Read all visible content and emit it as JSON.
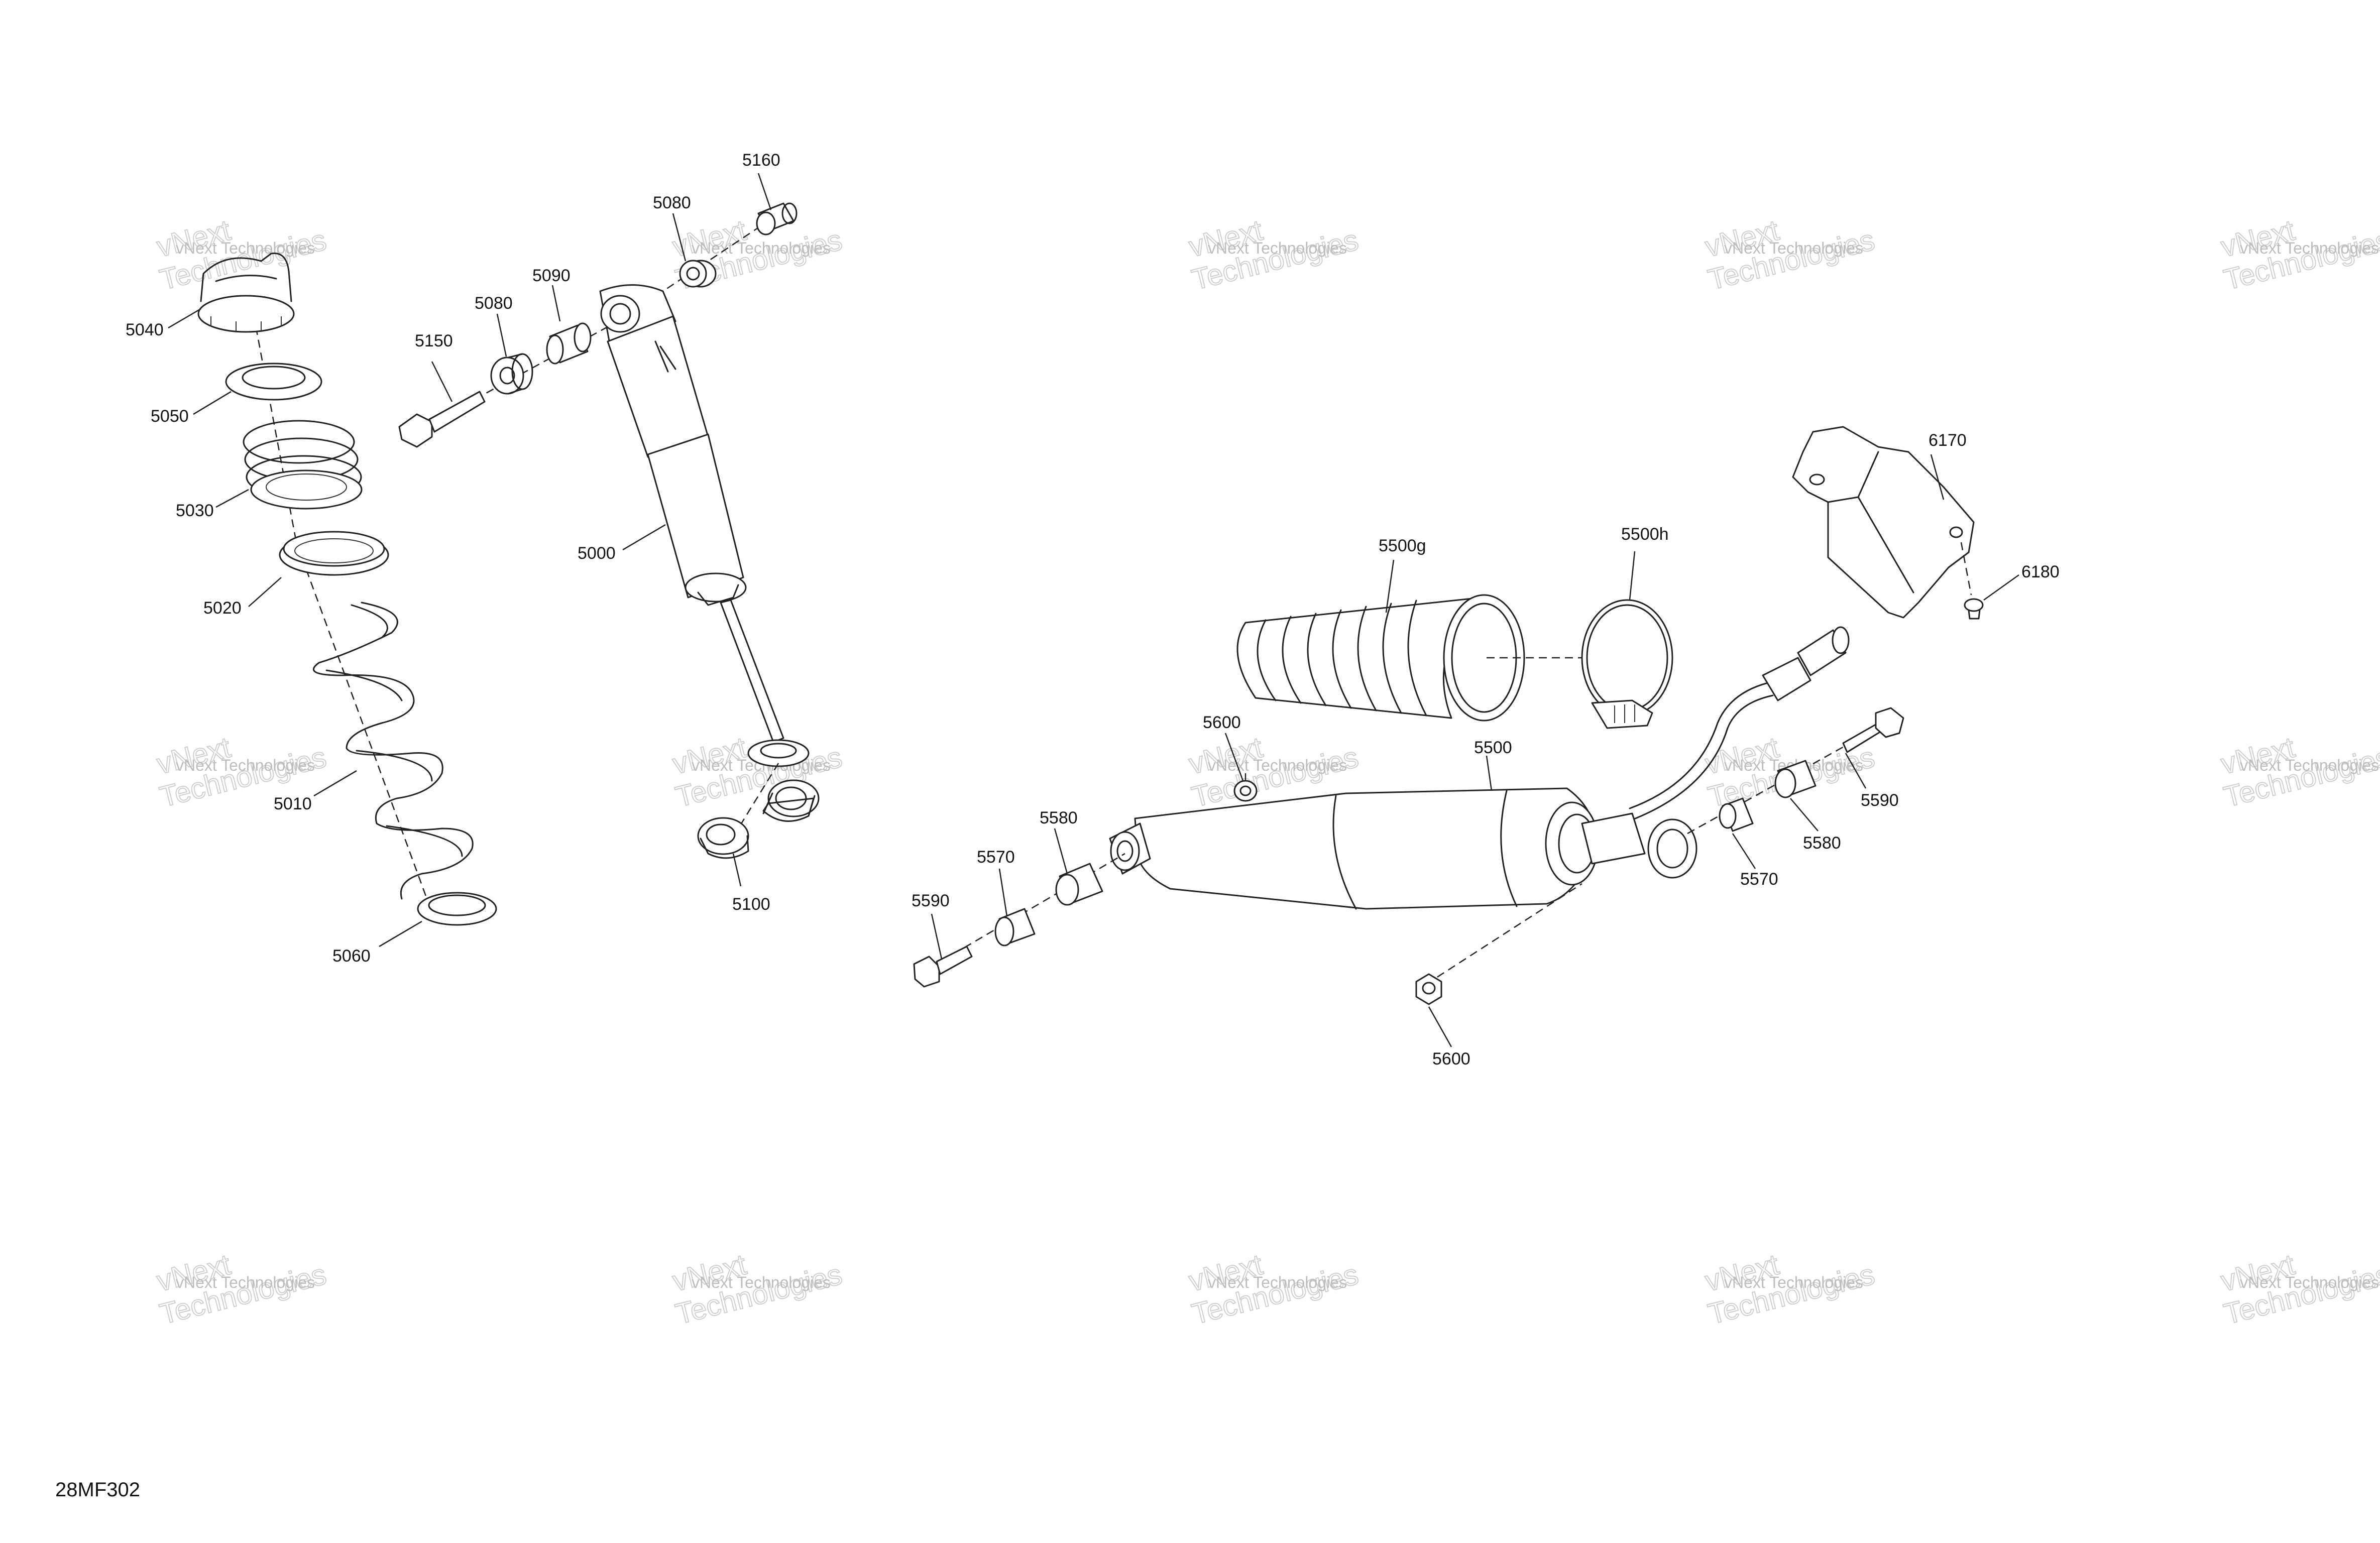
{
  "diagram": {
    "code": "28MF302",
    "watermark": {
      "line1": "vNext Technologies",
      "line2": "vNext",
      "line3": "Technologies"
    },
    "labels": {
      "p5040": "5040",
      "p5050": "5050",
      "p5030": "5030",
      "p5020": "5020",
      "p5010": "5010",
      "p5060": "5060",
      "p5150": "5150",
      "p5080a": "5080",
      "p5090": "5090",
      "p5080b": "5080",
      "p5160": "5160",
      "p5000": "5000",
      "p5100": "5100",
      "p5500g": "5500g",
      "p5500h": "5500h",
      "p6170": "6170",
      "p6180": "6180",
      "p5600a": "5600",
      "p5500": "5500",
      "p5580a": "5580",
      "p5570a": "5570",
      "p5590a": "5590",
      "p5600b": "5600",
      "p5570b": "5570",
      "p5580b": "5580",
      "p5590b": "5590"
    }
  }
}
